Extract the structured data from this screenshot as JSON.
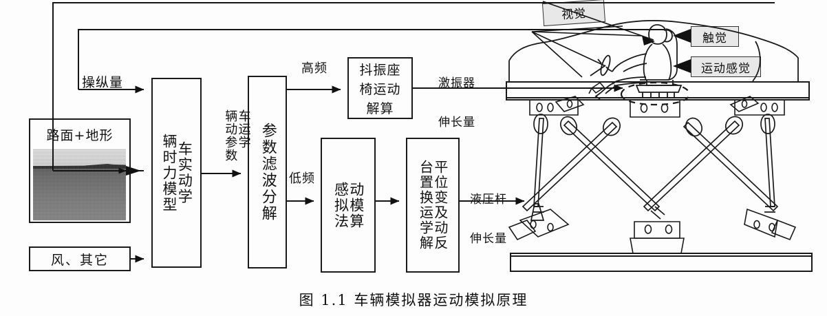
{
  "figure": {
    "caption": "图 1.1 车辆模拟器运动模拟原理"
  },
  "blocks": {
    "road": {
      "title": "路面+地形",
      "image_alt": "terrain-photo"
    },
    "wind": {
      "label": "风、其它"
    },
    "vehicle_model": {
      "col_right": "车实动学",
      "col_left": "辆时力模型"
    },
    "filter": {
      "label": "参数滤波分解"
    },
    "seat_shaker": {
      "line1": "抖振座",
      "line2": "椅运动",
      "line3": "解算"
    },
    "motion_cueing": {
      "col_right": "动模算",
      "col_left": "感拟法"
    },
    "platform_kinematics": {
      "col_right": "平位变及动反",
      "col_left": "台置换运学解"
    }
  },
  "edge_labels": {
    "control_input": "操纵量",
    "vehicle_motion_params": "车辆运动学参数",
    "vehicle_motion_params_c1": "车运学",
    "vehicle_motion_params_c2": "辆动参数",
    "high_freq": "高频",
    "low_freq": "低频",
    "exciter_elongation_l1": "激振器",
    "exciter_elongation_l2": "伸长量",
    "hydraulic_rod_l1": "液压杆",
    "hydraulic_rod_l2": "伸长量"
  },
  "feedback": {
    "vision": "视觉",
    "tactile": "触觉",
    "motion_sense": "运动感觉"
  },
  "colors": {
    "ink": "#1a1a1a",
    "paper": "#fdfdfd",
    "callout_fill": "#e8e8e8"
  }
}
